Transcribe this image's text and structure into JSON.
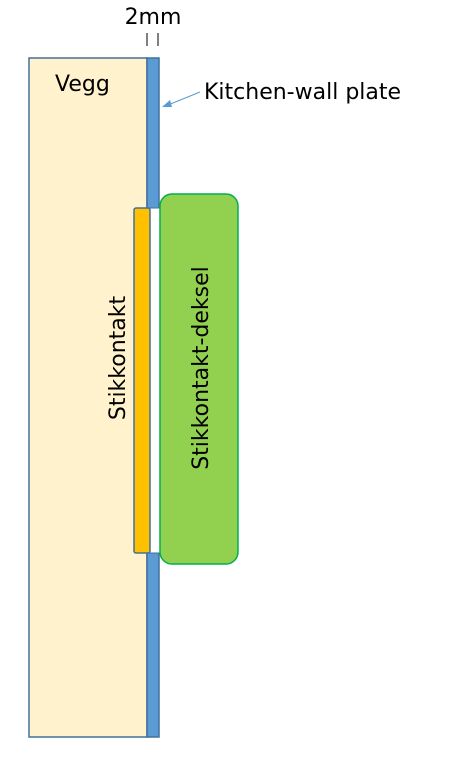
{
  "labels": {
    "dimension": "2mm",
    "wall": "Vegg",
    "plate": "Kitchen-wall plate",
    "socket": "Stikkontakt",
    "cover": "Stikkontakt-deksel"
  },
  "colors": {
    "wall_fill": "#FFF2CC",
    "wall_stroke": "#41719C",
    "plate_fill": "#5B9BD5",
    "plate_stroke": "#41719C",
    "socket_fill": "#FFC000",
    "socket_stroke": "#41719C",
    "cover_fill": "#92D050",
    "cover_stroke": "#00B050",
    "gap_fill": "#FFFFFF",
    "leader_line": "#5B9BD5"
  }
}
